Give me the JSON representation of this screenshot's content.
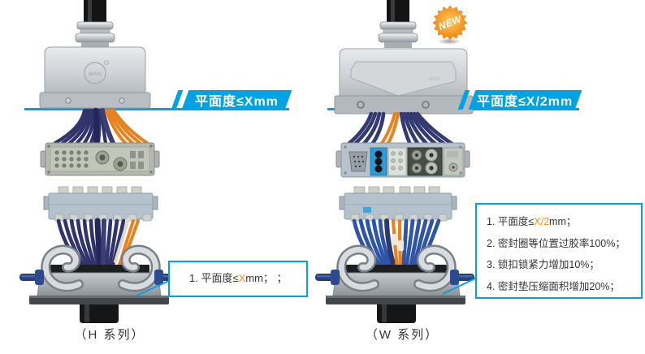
{
  "colors": {
    "accent_cyan": "#00a2e2",
    "highlight_orange": "#f7941d",
    "text_dark": "#333333",
    "wire_navy": "#31346b",
    "wire_blue": "#2f55a8",
    "wire_orange": "#e8821e"
  },
  "logo": "WAIN",
  "left": {
    "banner": "平面度≤Xmm",
    "caption": "（H 系列）",
    "note": {
      "prefix": "1. 平面度≤",
      "highlight": "X",
      "suffix": "mm； ；"
    }
  },
  "right": {
    "badge": "NEW",
    "banner": "平面度≤X/2mm",
    "caption": "（W 系列）",
    "notes": [
      {
        "prefix": "1. 平面度≤",
        "highlight": "X/2",
        "suffix": "mm；"
      },
      {
        "prefix": "2. 密封圈等位置过胶率100%；",
        "highlight": "",
        "suffix": ""
      },
      {
        "prefix": "3. 锁扣锁紧力增加10%；",
        "highlight": "",
        "suffix": ""
      },
      {
        "prefix": "4. 密封垫压缩面积增加20%；",
        "highlight": "",
        "suffix": ""
      }
    ]
  }
}
